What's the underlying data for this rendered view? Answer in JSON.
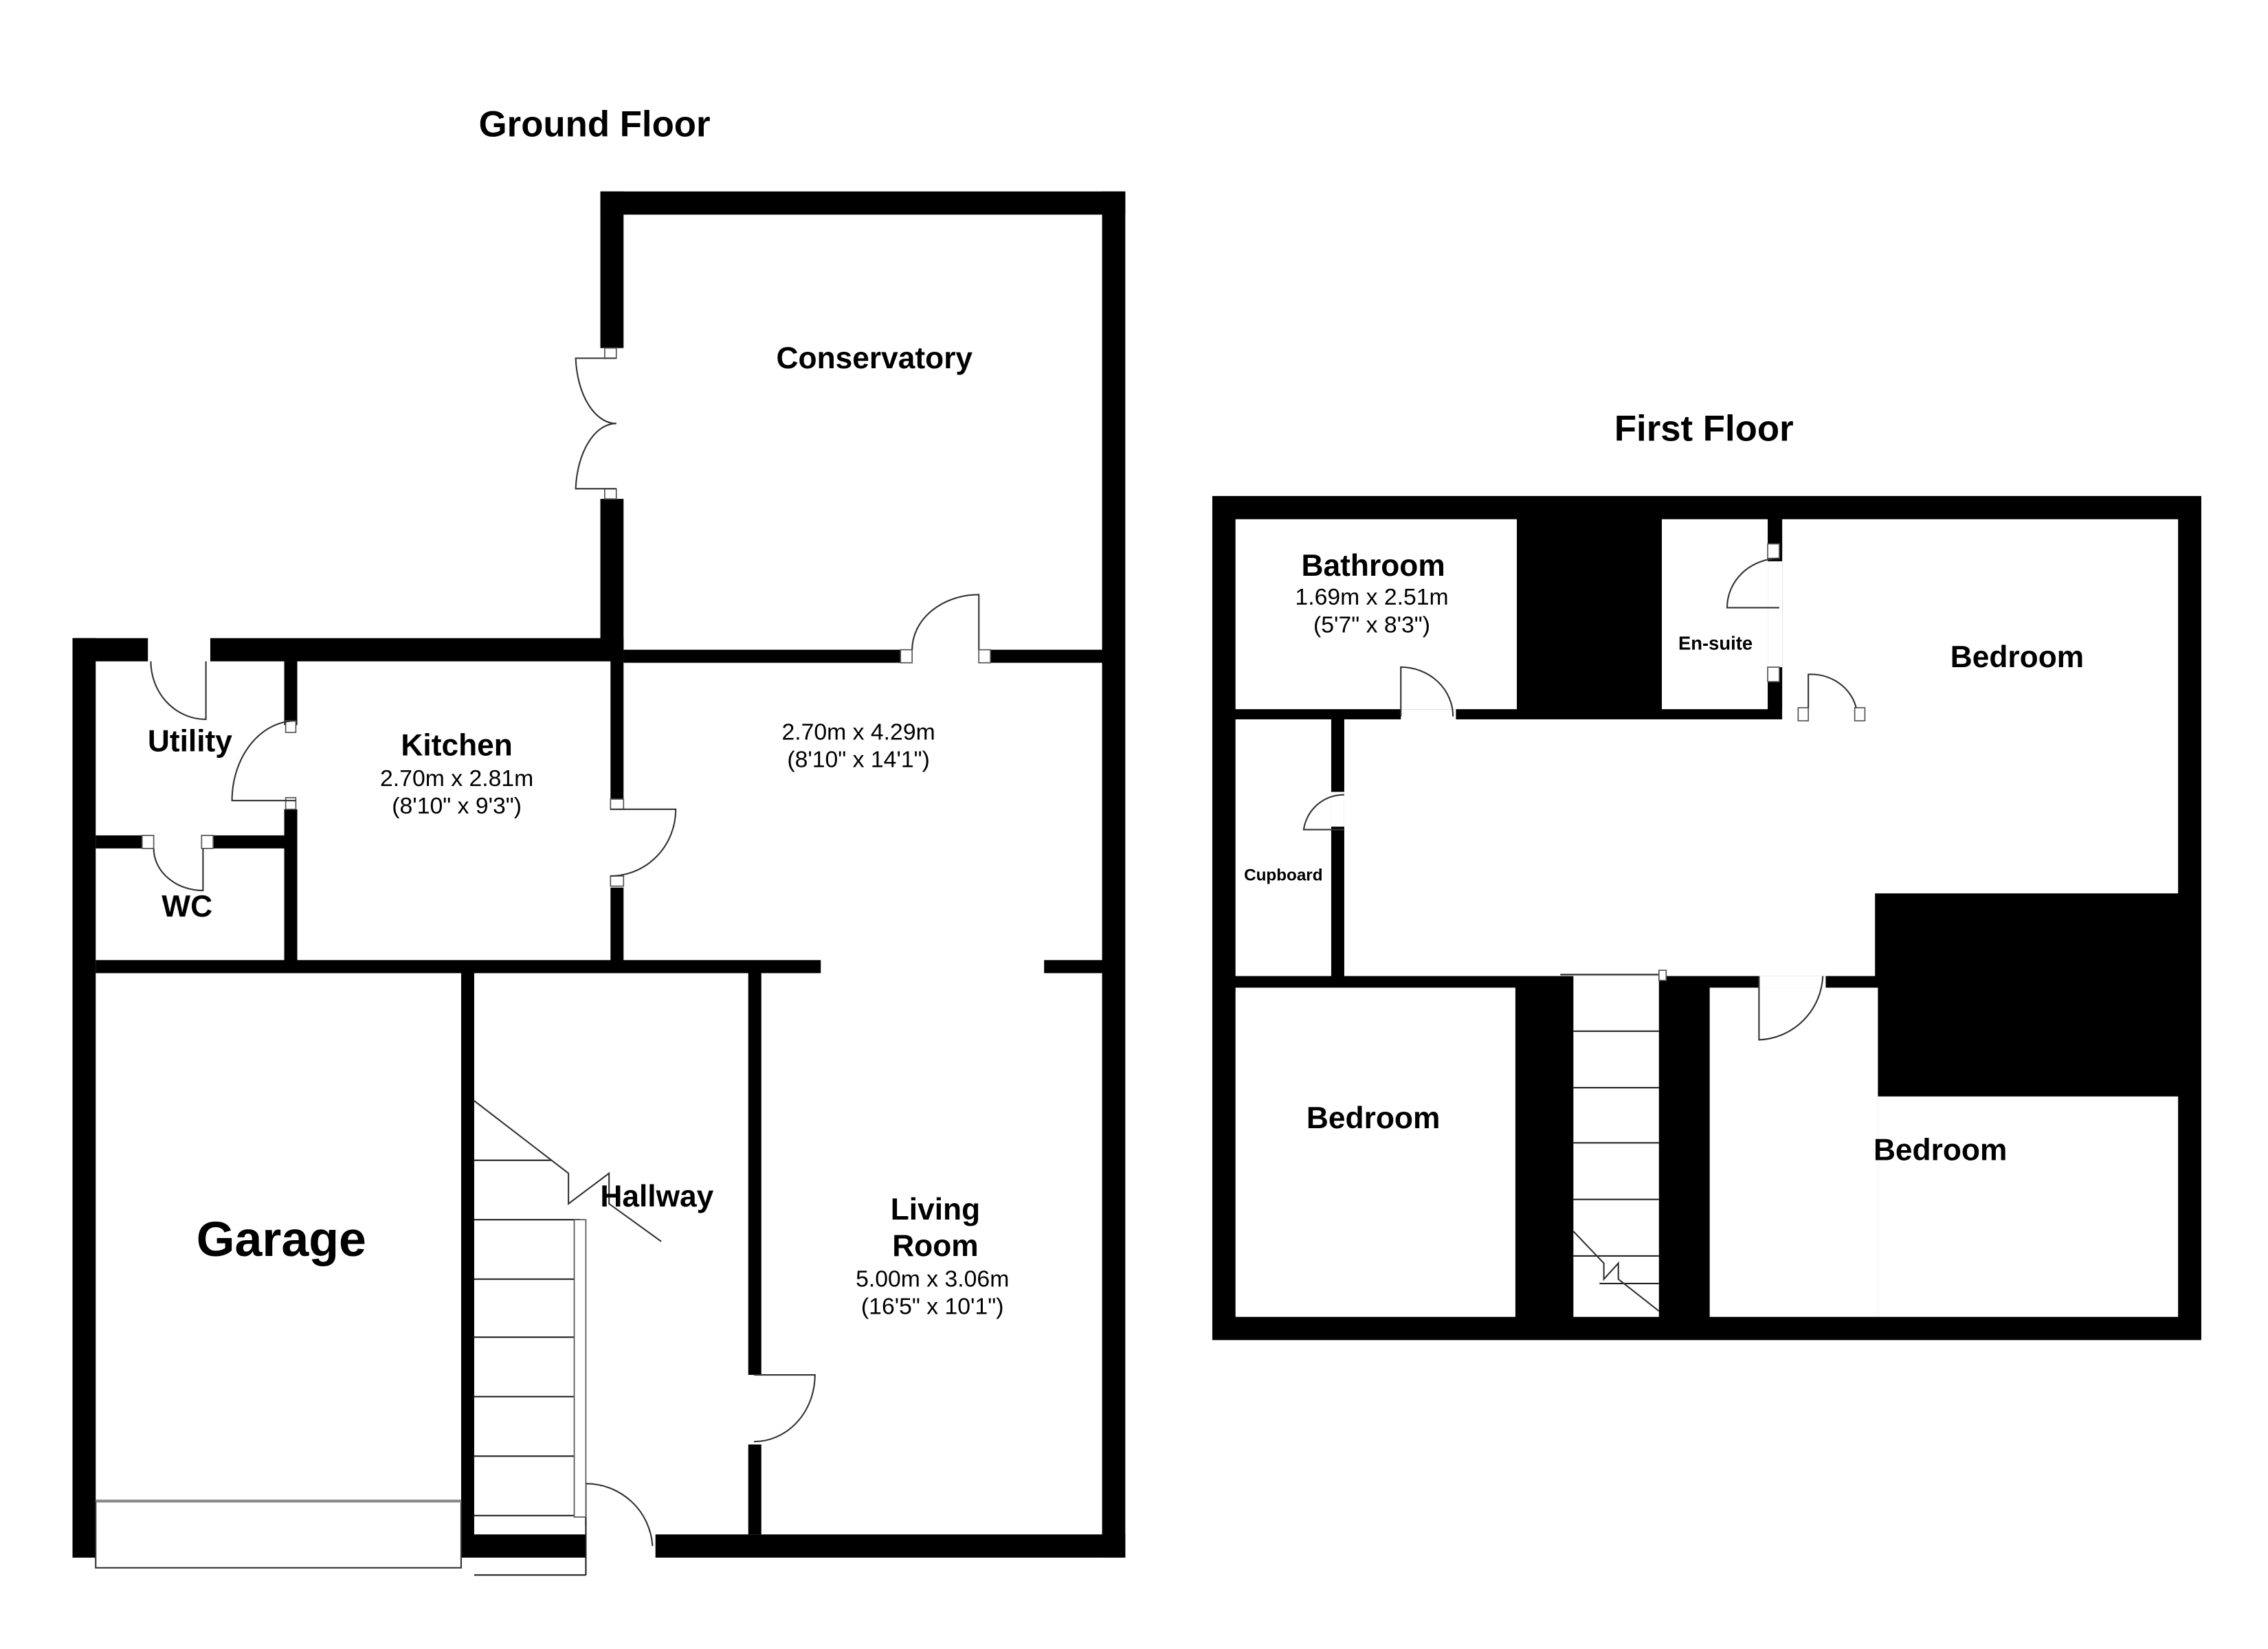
{
  "floors": {
    "ground": {
      "title": "Ground Floor",
      "rooms": {
        "conservatory": {
          "name": "Conservatory"
        },
        "utility": {
          "name": "Utility"
        },
        "wc": {
          "name": "WC"
        },
        "kitchen": {
          "name": "Kitchen",
          "dim_metric": "2.70m x 2.81m",
          "dim_imperial": "(8'10\" x 9'3\")"
        },
        "dining": {
          "name": "",
          "dim_metric": "2.70m x 4.29m",
          "dim_imperial": "(8'10\" x 14'1\")"
        },
        "garage": {
          "name": "Garage"
        },
        "hallway": {
          "name": "Hallway"
        },
        "living_room": {
          "name_line1": "Living",
          "name_line2": "Room",
          "dim_metric": "5.00m x 3.06m",
          "dim_imperial": "(16'5\" x 10'1\")"
        }
      }
    },
    "first": {
      "title": "First Floor",
      "rooms": {
        "bathroom": {
          "name": "Bathroom",
          "dim_metric": "1.69m x 2.51m",
          "dim_imperial": "(5'7\" x 8'3\")"
        },
        "ensuite": {
          "name": "En-suite"
        },
        "bedroom_1": {
          "name": "Bedroom"
        },
        "cupboard": {
          "name": "Cupboard"
        },
        "bedroom_2": {
          "name": "Bedroom"
        },
        "bedroom_3": {
          "name": "Bedroom"
        }
      }
    }
  },
  "colors": {
    "wall": "#000000",
    "background": "#ffffff",
    "line": "#333333"
  }
}
